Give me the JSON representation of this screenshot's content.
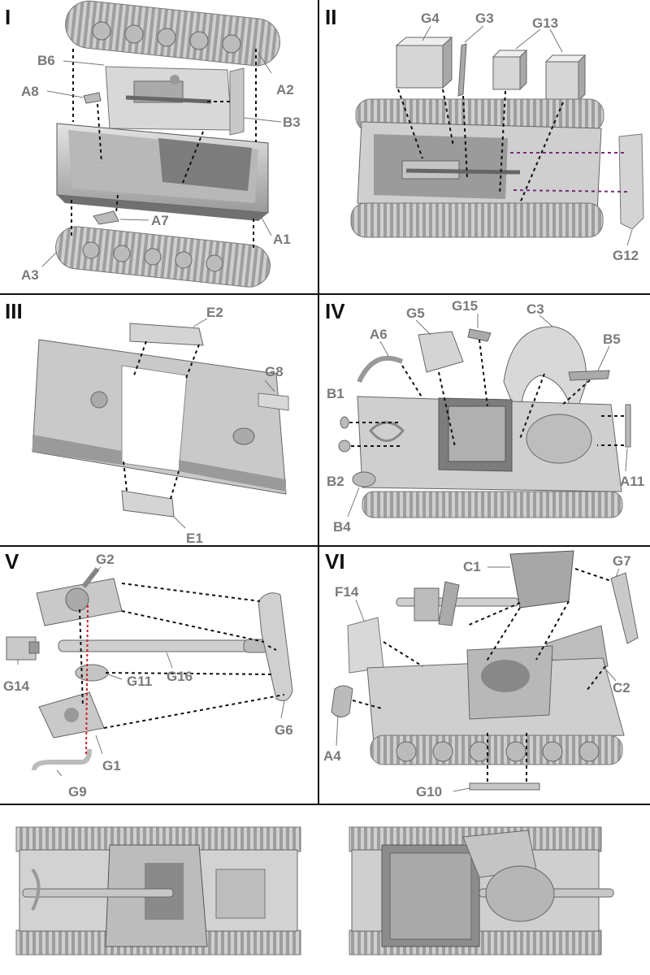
{
  "steps": {
    "s1": {
      "number": "I",
      "labels": {
        "b6": "B6",
        "a8": "A8",
        "a2": "A2",
        "b3": "B3",
        "a7": "A7",
        "a1": "A1",
        "a3": "A3"
      }
    },
    "s2": {
      "number": "II",
      "labels": {
        "g4": "G4",
        "g3": "G3",
        "g13": "G13",
        "g12": "G12"
      }
    },
    "s3": {
      "number": "III",
      "labels": {
        "e2": "E2",
        "g8": "G8",
        "e1": "E1"
      }
    },
    "s4": {
      "number": "IV",
      "labels": {
        "g5": "G5",
        "g15": "G15",
        "c3": "C3",
        "a6": "A6",
        "b5": "B5",
        "b1": "B1",
        "b2": "B2",
        "a11": "A11",
        "b4": "B4"
      }
    },
    "s5": {
      "number": "V",
      "labels": {
        "g2": "G2",
        "g14": "G14",
        "g16": "G16",
        "g11": "G11",
        "g6": "G6",
        "g1": "G1",
        "g9": "G9"
      }
    },
    "s6": {
      "number": "VI",
      "labels": {
        "c1": "C1",
        "g7": "G7",
        "f14": "F14",
        "c2": "C2",
        "a4": "A4",
        "g10": "G10"
      }
    }
  },
  "colors": {
    "label": "#7a7a7a",
    "border": "#111111",
    "part": "#cfcfcf",
    "part_dark": "#8d8d8d",
    "guide": "#111111",
    "guide_alt": "#7a2b7a",
    "guide_red": "#d02020"
  }
}
